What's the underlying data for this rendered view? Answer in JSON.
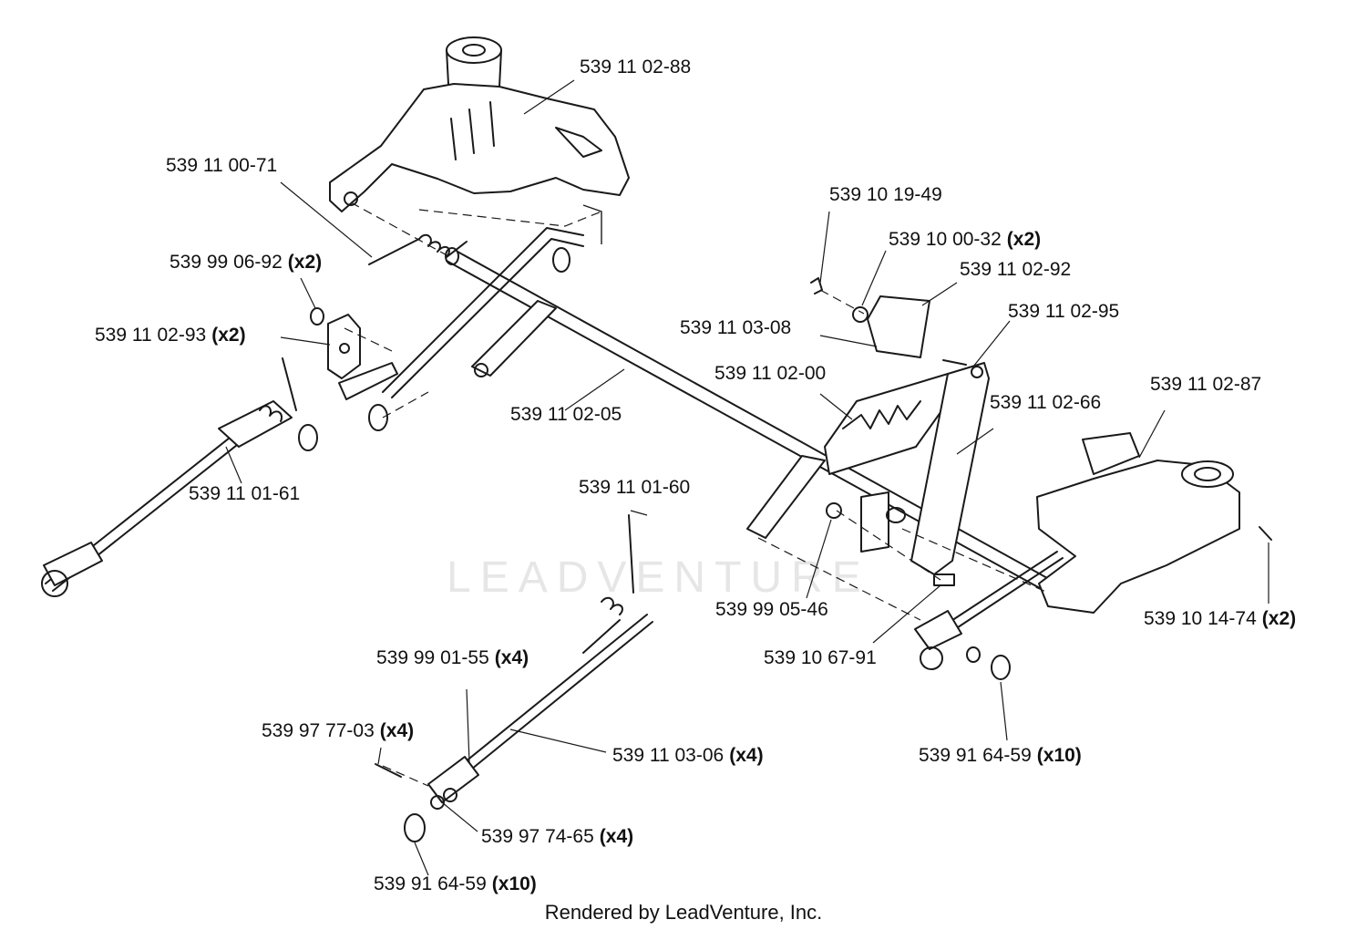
{
  "diagram": {
    "watermark": "LEADVENTURE",
    "footer": "Rendered by LeadVenture, Inc.",
    "callouts": [
      {
        "id": "c01",
        "part": "539 11 02-88",
        "qty": ""
      },
      {
        "id": "c02",
        "part": "539 11 00-71",
        "qty": ""
      },
      {
        "id": "c03",
        "part": "539 99 06-92",
        "qty": "(x2)"
      },
      {
        "id": "c04",
        "part": "539 11 02-93",
        "qty": "(x2)"
      },
      {
        "id": "c05",
        "part": "539 11 01-61",
        "qty": ""
      },
      {
        "id": "c06",
        "part": "539 11 02-05",
        "qty": ""
      },
      {
        "id": "c07",
        "part": "539 10 19-49",
        "qty": ""
      },
      {
        "id": "c08",
        "part": "539 10 00-32",
        "qty": "(x2)"
      },
      {
        "id": "c09",
        "part": "539 11 02-92",
        "qty": ""
      },
      {
        "id": "c10",
        "part": "539 11 03-08",
        "qty": ""
      },
      {
        "id": "c11",
        "part": "539 11 02-95",
        "qty": ""
      },
      {
        "id": "c12",
        "part": "539 11 02-00",
        "qty": ""
      },
      {
        "id": "c13",
        "part": "539 11 02-66",
        "qty": ""
      },
      {
        "id": "c14",
        "part": "539 11 02-87",
        "qty": ""
      },
      {
        "id": "c15",
        "part": "539 11 01-60",
        "qty": ""
      },
      {
        "id": "c16",
        "part": "539 99 05-46",
        "qty": ""
      },
      {
        "id": "c17",
        "part": "539 10 67-91",
        "qty": ""
      },
      {
        "id": "c18",
        "part": "539 10 14-74",
        "qty": "(x2)"
      },
      {
        "id": "c19",
        "part": "539 99 01-55",
        "qty": "(x4)"
      },
      {
        "id": "c20",
        "part": "539 97 77-03",
        "qty": "(x4)"
      },
      {
        "id": "c21",
        "part": "539 11 03-06",
        "qty": "(x4)"
      },
      {
        "id": "c22",
        "part": "539 91 64-59",
        "qty": "(x10)"
      },
      {
        "id": "c23",
        "part": "539 97 74-65",
        "qty": "(x4)"
      },
      {
        "id": "c24",
        "part": "539 91 64-59",
        "qty": "(x10)"
      }
    ]
  }
}
